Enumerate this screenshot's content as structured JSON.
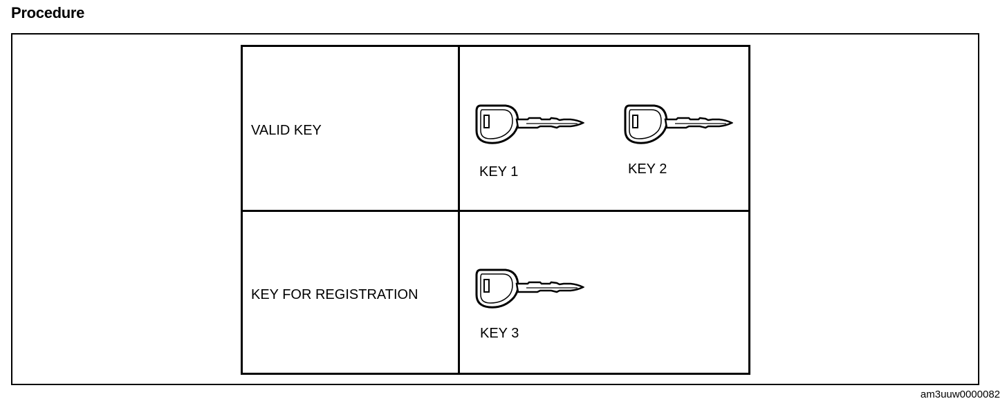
{
  "heading": "Procedure",
  "table": {
    "rows": [
      {
        "label": "VALID KEY",
        "keys": [
          "KEY 1",
          "KEY 2"
        ]
      },
      {
        "label": "KEY FOR REGISTRATION",
        "keys": [
          "KEY 3"
        ]
      }
    ]
  },
  "figure_code": "am3uuw0000082",
  "icons": {
    "key": "key-icon"
  }
}
